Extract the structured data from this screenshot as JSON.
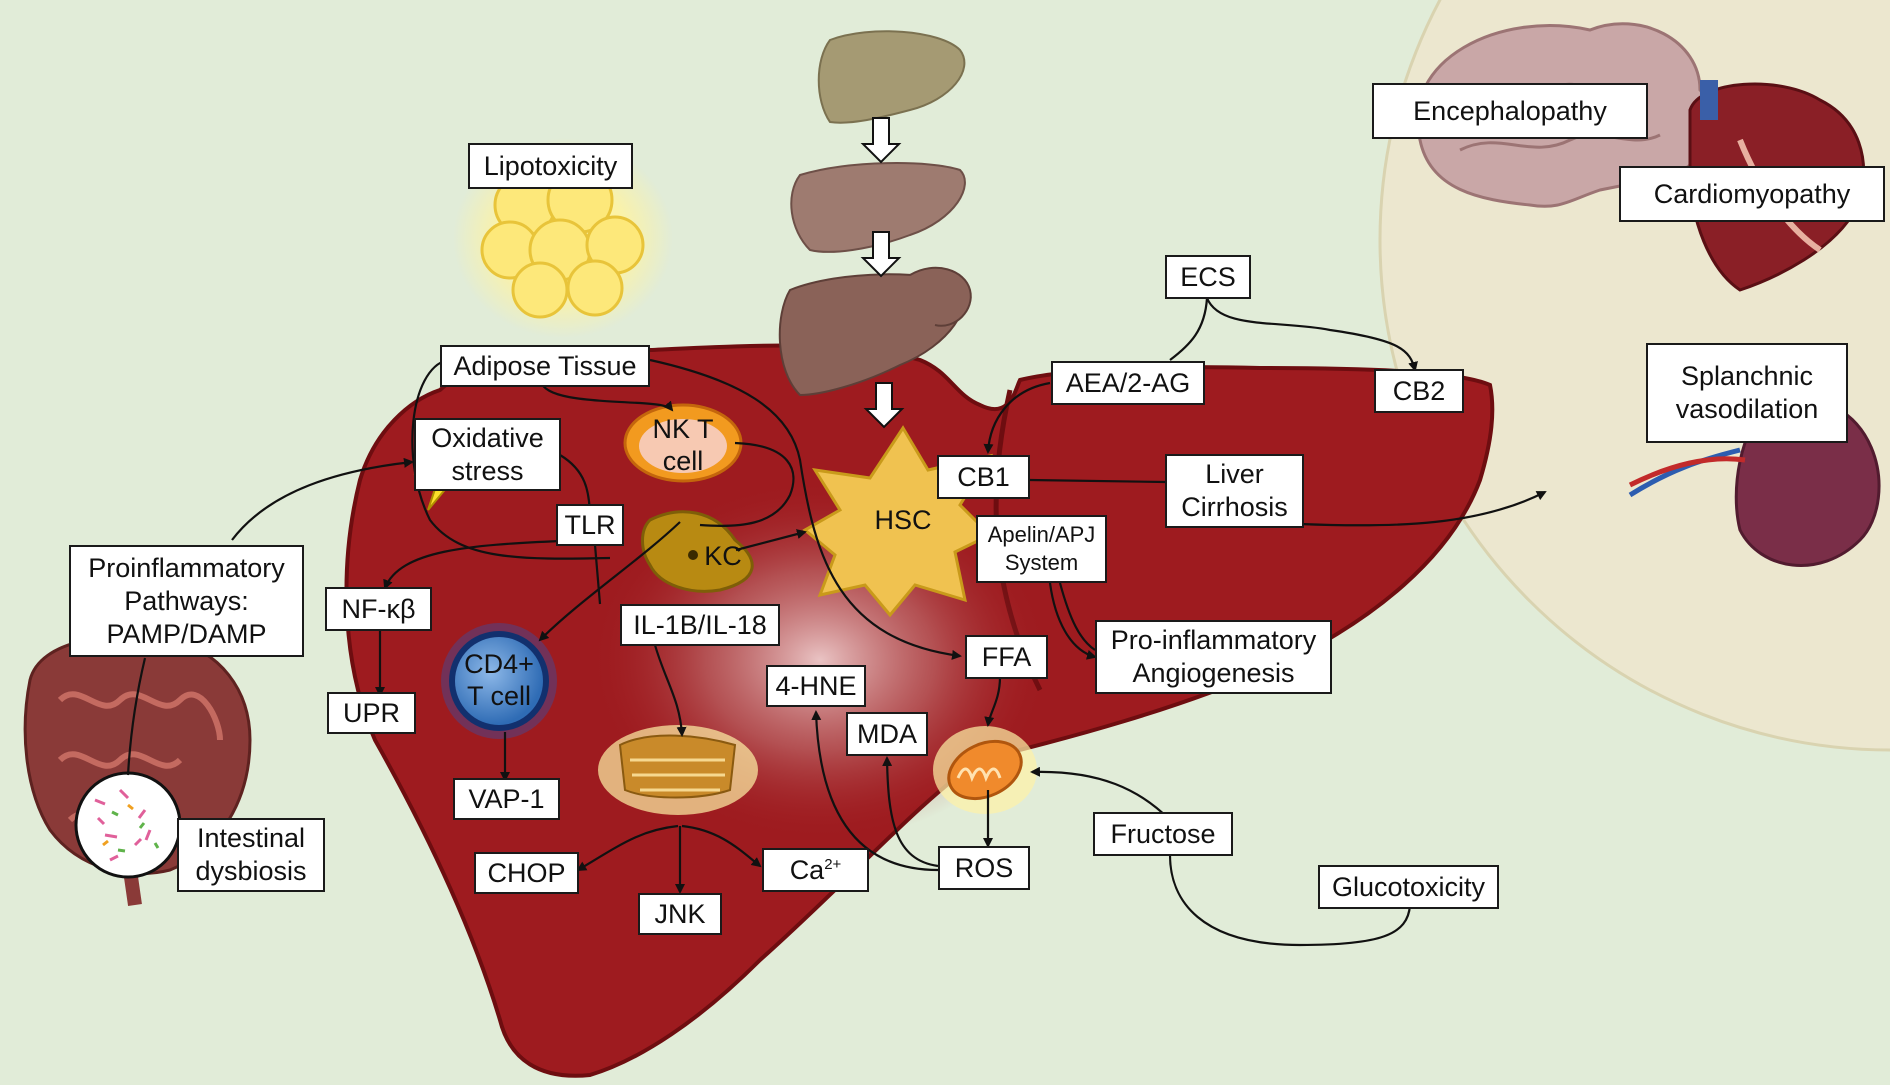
{
  "labels": {
    "lipotoxicity": "Lipotoxicity",
    "adipose_tissue": "Adipose Tissue",
    "oxidative_stress_1": "Oxidative",
    "oxidative_stress_2": "stress",
    "nkt_1": "NK T",
    "nkt_2": "cell",
    "tlr": "TLR",
    "kc": "KC",
    "hsc": "HSC",
    "proinflammatory_1": "Proinflammatory",
    "proinflammatory_2": "Pathways:",
    "proinflammatory_3": "PAMP/DAMP",
    "nfkb": "NF-κβ",
    "cd4_1": "CD4+",
    "cd4_2": "T cell",
    "il1b": "IL-1B/IL-18",
    "upr": "UPR",
    "vap1": "VAP-1",
    "chop": "CHOP",
    "jnk": "JNK",
    "ca_base": "Ca",
    "ca_sup": "2+",
    "four_hne": "4-HNE",
    "mda": "MDA",
    "ros": "ROS",
    "ffa": "FFA",
    "fructose": "Fructose",
    "glucotoxicity": "Glucotoxicity",
    "ecs": "ECS",
    "aea": "AEA/2-AG",
    "cb2": "CB2",
    "cb1": "CB1",
    "liver_cirrhosis_1": "Liver",
    "liver_cirrhosis_2": "Cirrhosis",
    "apelin_1": "Apelin/APJ",
    "apelin_2": "System",
    "proangio_1": "Pro-inflammatory",
    "proangio_2": "Angiogenesis",
    "intestinal_1": "Intestinal",
    "intestinal_2": "dysbiosis",
    "encephalopathy": "Encephalopathy",
    "cardiomyopathy": "Cardiomyopathy",
    "splanchnic_1": "Splanchnic",
    "splanchnic_2": "vasodilation"
  },
  "colors": {
    "background": "#e1ecd8",
    "liver": "#9e1b1f",
    "liver_dark": "#6e0d10",
    "extrahepatic_circle": "#ece7cf",
    "hsc": "#f0c250",
    "kc": "#b88a12",
    "nkt": "#f7c9b2",
    "cd4": "#4e87c8",
    "lipid": "#fde87a",
    "mito": "#f08a2c"
  },
  "icons": [
    "lightning-icon",
    "lipid-droplets-icon",
    "mitochondrion-icon",
    "er-icon",
    "brain-icon",
    "heart-icon",
    "spleen-icon",
    "intestine-icon",
    "magnifier-icon",
    "healthy-liver-icon",
    "steatotic-liver-icon",
    "cirrhotic-liver-icon"
  ]
}
